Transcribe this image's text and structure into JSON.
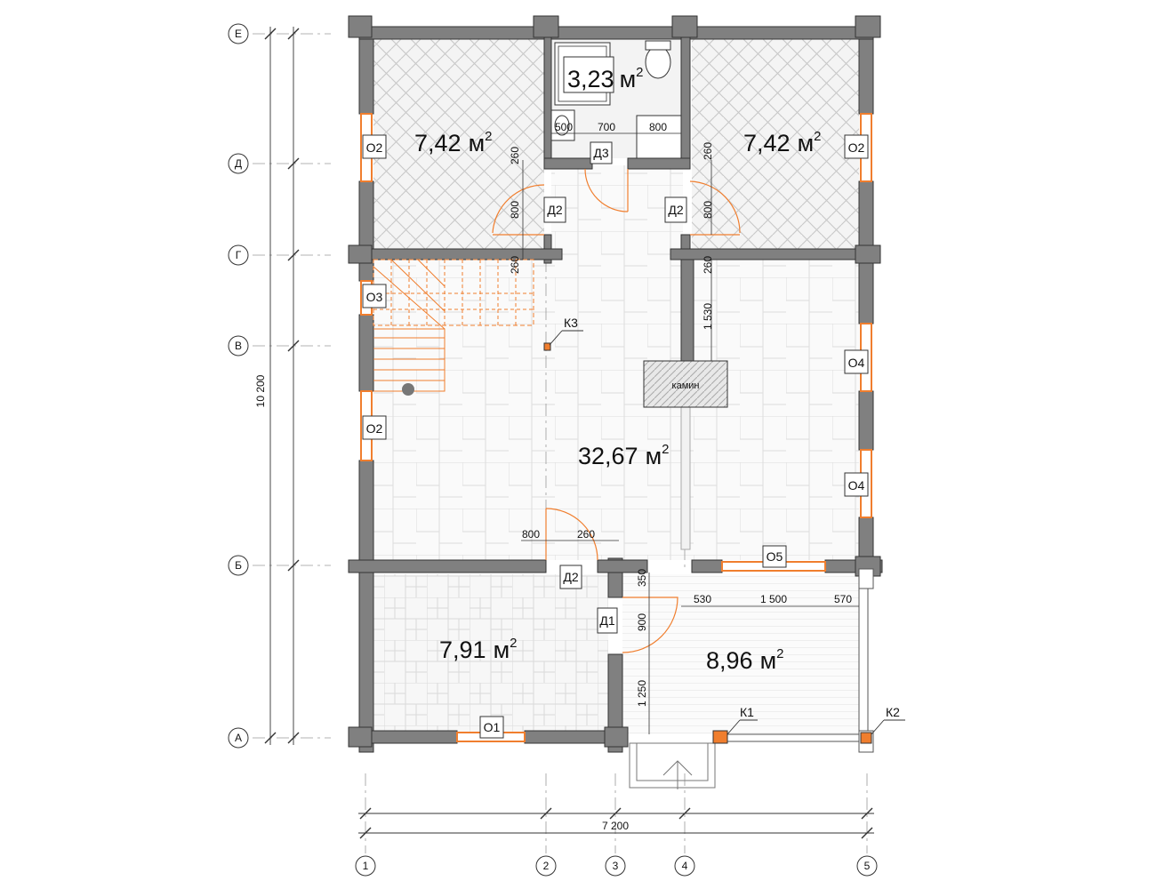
{
  "axes_letters": [
    "Е",
    "Д",
    "Г",
    "В",
    "Б",
    "А"
  ],
  "axes_numbers": [
    "1",
    "2",
    "3",
    "4",
    "5"
  ],
  "rooms": [
    {
      "id": "bathroom",
      "value": "3,23",
      "unit": "м",
      "sup": "2"
    },
    {
      "id": "bedroom-left",
      "value": "7,42",
      "unit": "м",
      "sup": "2"
    },
    {
      "id": "bedroom-right",
      "value": "7,42",
      "unit": "м",
      "sup": "2"
    },
    {
      "id": "hall",
      "value": "32,67",
      "unit": "м",
      "sup": "2"
    },
    {
      "id": "room-bottom-left",
      "value": "7,91",
      "unit": "м",
      "sup": "2"
    },
    {
      "id": "terrace",
      "value": "8,96",
      "unit": "м",
      "sup": "2"
    }
  ],
  "tags": {
    "o2": "О2",
    "o3": "О3",
    "o4": "О4",
    "o5": "О5",
    "o1": "О1",
    "d1": "Д1",
    "d2": "Д2",
    "d3": "Д3",
    "k1": "К1",
    "k2": "К2",
    "k3": "К3"
  },
  "fireplace_label": "камин",
  "dims": {
    "total_h": "10 200",
    "total_w": "7 200",
    "d500": "500",
    "d700": "700",
    "d800": "800",
    "d260": "260",
    "d1530": "1 530",
    "d350": "350",
    "d900": "900",
    "d1250": "1 250",
    "d530": "530",
    "d1500": "1 500",
    "d570": "570"
  },
  "colors": {
    "wall": "#808080",
    "wall_edge": "#333333",
    "orange": "#f07e2e",
    "hatch": "#cfcfcf",
    "grid": "#e6e6e6"
  }
}
